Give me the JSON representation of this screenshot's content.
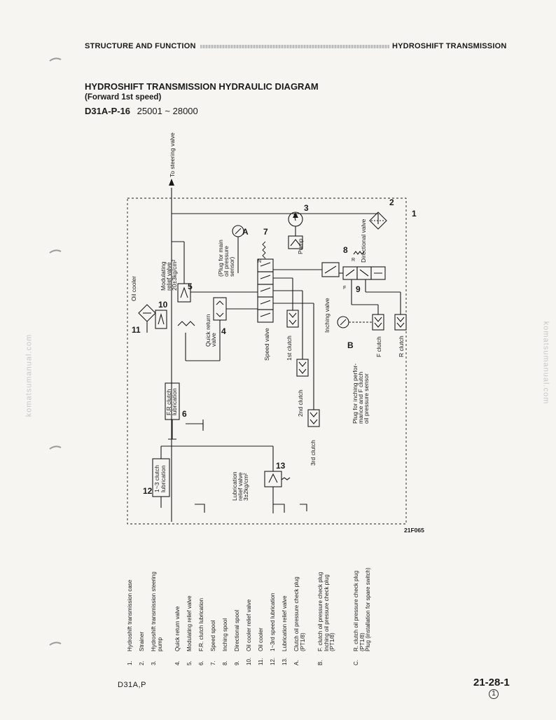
{
  "header": {
    "left": "STRUCTURE AND FUNCTION",
    "right": "HYDROSHIFT TRANSMISSION"
  },
  "title": "HYDROSHIFT TRANSMISSION HYDRAULIC DIAGRAM",
  "subtitle": "(Forward 1st speed)",
  "model": {
    "code": "D31A-P-16",
    "serial": "25001 ~ 28000"
  },
  "watermark": "komatsumanual.com",
  "diagram": {
    "to_steering": "To steering valve",
    "oil_cooler": "Oil cooler",
    "modulating": [
      "Modulating",
      "relief valve",
      "20±3kg/cm²"
    ],
    "plug_main": [
      "(Plug for main",
      "oil pressure",
      "sensor)"
    ],
    "quick_return": [
      "Quick return",
      "valve"
    ],
    "speed_valve": "Speed valve",
    "inching_valve": "Inching valve",
    "directional_valve": "Directional valve",
    "pump": "Pump",
    "c1": "1st clutch",
    "c2": "2nd clutch",
    "c3": "3rd clutch",
    "fclutch": "F clutch",
    "rclutch": "R clutch",
    "plug_inching": [
      "Plug for inching perfor-",
      "mance and F clutch",
      "oil pressure sensor"
    ],
    "fr_lub": [
      "F.R clutch",
      "lubrication"
    ],
    "lub13": [
      "1~3 clutch",
      "lubrication"
    ],
    "lub_relief": [
      "Lubrication",
      "relief valve",
      "3±2kg/cm²"
    ],
    "labels": {
      "n1": "1",
      "n2": "2",
      "n3": "3",
      "n4": "4",
      "n5": "5",
      "n6": "6",
      "n7": "7",
      "n8": "8",
      "n9": "9",
      "n10": "10",
      "n11": "11",
      "n12": "12",
      "n13": "13",
      "a": "A",
      "b": "B",
      "N": "N",
      "R": "R",
      "F": "F"
    },
    "fig_code": "21F065"
  },
  "legend": [
    {
      "num": "1.",
      "text": [
        "Hydroshift transmission case"
      ]
    },
    {
      "num": "2.",
      "text": [
        "Strainer"
      ]
    },
    {
      "num": "3.",
      "text": [
        "Hydroshift transmission steering",
        "pump"
      ]
    },
    {
      "num": "4.",
      "text": [
        "Quick return valve"
      ]
    },
    {
      "num": "5.",
      "text": [
        "Modulating relief valve"
      ]
    },
    {
      "num": "6.",
      "text": [
        "F.R. clutch lubrication"
      ]
    },
    {
      "num": "7.",
      "text": [
        "Speed spool"
      ]
    },
    {
      "num": "8.",
      "text": [
        "Inching spool"
      ]
    },
    {
      "num": "9.",
      "text": [
        "Directional spool"
      ]
    },
    {
      "num": "10.",
      "text": [
        "Oil cooler relief valve"
      ]
    },
    {
      "num": "11.",
      "text": [
        "Oil cooler"
      ]
    },
    {
      "num": "12.",
      "text": [
        "1~3rd speed lubrication"
      ]
    },
    {
      "num": "13.",
      "text": [
        "Lubrication relief valve"
      ]
    },
    {
      "num": "A.",
      "text": [
        "Clutch oil pressure check plug",
        "(PT1/8)"
      ]
    },
    {
      "num": "B.",
      "text": [
        "F. clutch oil pressure check plug",
        "Inching oil pressure check plug",
        "(PT1/8)"
      ]
    },
    {
      "num": "C.",
      "text": [
        "R. clutch oil pressure check plug",
        "(PT1/8)",
        "Plug (installation for spare switch)"
      ]
    }
  ],
  "footer": {
    "left": "D31A,P",
    "page": "21-28-1",
    "rev": "1"
  }
}
